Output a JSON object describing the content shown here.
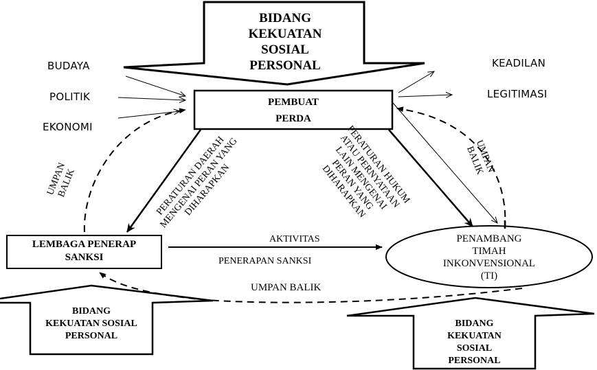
{
  "top_force": {
    "lines": [
      "BIDANG",
      "KEKUATAN",
      "SOSIAL",
      "PERSONAL"
    ]
  },
  "left_factors": [
    "BUDAYA",
    "POLITIK",
    "EKONOMI"
  ],
  "right_outcomes": [
    "KEADILAN",
    "LEGITIMASI"
  ],
  "lawmaker_box": {
    "lines": [
      "PEMBUAT",
      "PERDA"
    ]
  },
  "left_edge_label": {
    "lines": [
      "PERATURAN DAERAH",
      "MENGENAI PERAN YANG",
      "DIHARAPKAN"
    ]
  },
  "right_edge_label": {
    "lines": [
      "PERATURAN HUKUM",
      "ATAU PERNYATAAN",
      "LAIN MENGENAI",
      "PERAN YANG",
      "DIHARAPKAN"
    ]
  },
  "left_feedback": {
    "lines": [
      "UMPAN",
      "BALIK"
    ]
  },
  "right_feedback": {
    "lines": [
      "UMPAN",
      "BALIK"
    ]
  },
  "sanction_box": {
    "lines": [
      "LEMBAGA PENERAP",
      "SANKSI"
    ]
  },
  "activity_label": {
    "top": "AKTIVITAS",
    "bottom": "PENERAPAN SANKSI"
  },
  "bottom_feedback": "UMPAN BALIK",
  "miner_ellipse": {
    "lines": [
      "PENAMBANG",
      "TIMAH",
      "INKONVENSIONAL",
      "(TI)"
    ]
  },
  "bottom_left_force": {
    "lines": [
      "BIDANG",
      "KEKUATAN SOSIAL",
      "PERSONAL"
    ]
  },
  "bottom_right_force": {
    "lines": [
      "BIDANG",
      "KEKUATAN",
      "SOSIAL",
      "PERSONAL"
    ]
  },
  "colors": {
    "stroke": "#000000",
    "background": "#ffffff"
  }
}
